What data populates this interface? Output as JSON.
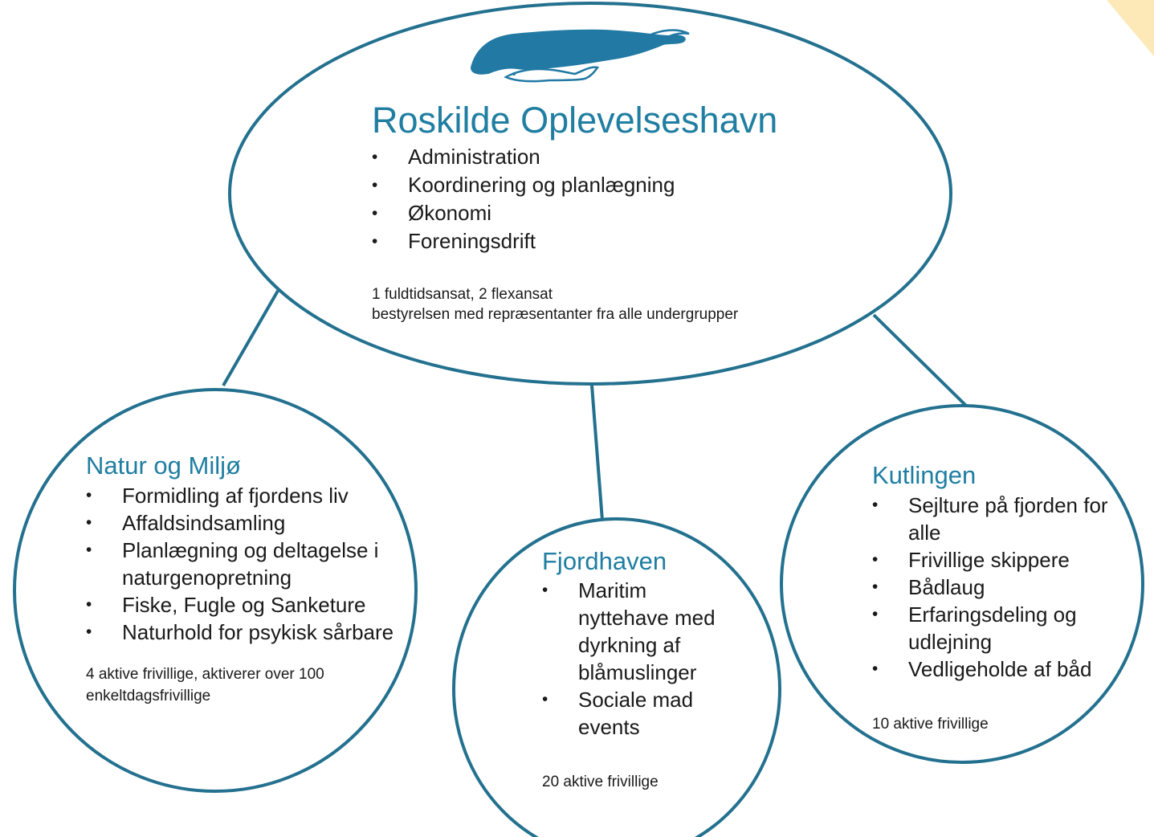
{
  "colors": {
    "accent": "#1f7ea1",
    "outline": "#23718f",
    "text": "#1a1a1a",
    "corner_accent": "#fde8b8"
  },
  "icons": {
    "logo": "seal-and-fish-logo-icon"
  },
  "main": {
    "title": "Roskilde Oplevelseshavn",
    "items": [
      "Administration",
      "Koordinering og planlægning",
      "Økonomi",
      "Foreningsdrift"
    ],
    "note": "1 fuldtidsansat, 2 flexansat\nbestyrelsen med repræsentanter fra alle undergrupper"
  },
  "natur": {
    "title": "Natur og Miljø",
    "items": [
      "Formidling af fjordens liv",
      "Affaldsindsamling",
      "Planlægning og deltagelse i naturgenopretning",
      "Fiske, Fugle og Sanketure",
      "Naturhold for psykisk sårbare"
    ],
    "note": "4 aktive frivillige, aktiverer over 100 enkeltdagsfrivillige"
  },
  "fjord": {
    "title": "Fjordhaven",
    "items": [
      "Maritim nyttehave med dyrkning af blåmuslinger",
      "Sociale mad events"
    ],
    "note": "20 aktive frivillige"
  },
  "kut": {
    "title": "Kutlingen",
    "items": [
      "Sejlture på fjorden for alle",
      "Frivillige skippere",
      "Bådlaug",
      "Erfaringsdeling og udlejning",
      "Vedligeholde af båd"
    ],
    "note": "10 aktive frivillige"
  }
}
